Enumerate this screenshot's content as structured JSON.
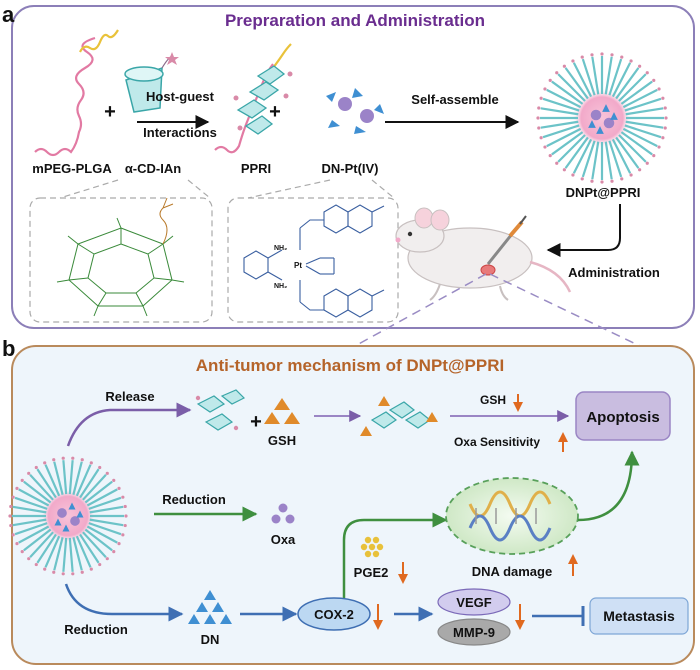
{
  "panel_a": {
    "letter": "a",
    "title": "Prepraration and Administration",
    "labels": {
      "mpeg_plga": "mPEG-PLGA",
      "alpha_cd": "α-CD-IAn",
      "plus": "+",
      "host_guest_1": "Host-guest",
      "host_guest_2": "Interactions",
      "ppri": "PPRI",
      "dn_pt": "DN-Pt(IV)",
      "self_assemble": "Self-assemble",
      "dnpt_ppri": "DNPt@PPRI",
      "administration": "Administration"
    },
    "struct_labels": {
      "nh2_top": "NH₂",
      "nh2_bottom": "NH₂",
      "pt": "Pt"
    }
  },
  "panel_b": {
    "letter": "b",
    "title": "Anti-tumor  mechanism of DNPt@PPRI",
    "labels": {
      "release": "Release",
      "plus": "+",
      "gsh": "GSH",
      "gsh_top": "GSH",
      "oxa_sensitivity": "Oxa Sensitivity",
      "apoptosis": "Apoptosis",
      "reduction_mid": "Reduction",
      "oxa": "Oxa",
      "pge2": "PGE2",
      "dna_damage": "DNA damage",
      "reduction_bottom": "Reduction",
      "dn": "DN",
      "cox2": "COX-2",
      "vegf": "VEGF",
      "mmp9": "MMP-9",
      "metastasis": "Metastasis"
    }
  },
  "colors": {
    "panel_a_border": "#8c7fb8",
    "panel_b_border": "#b98a5c",
    "panel_b_fill": "#eef5fb",
    "purple_arrow": "#7b5ea8",
    "green_arrow": "#3f8f3f",
    "blue_arrow": "#3f6fb3",
    "down_arrow": "#e0691f",
    "apoptosis_box": "#c9bde0",
    "metastasis_box": "#cfe0f5",
    "cox2_fill": "#bcd8f2",
    "vegf_fill": "#d2ccee",
    "mmp9_fill": "#a9a9a9",
    "dna_fill": "#dcefd6",
    "nanoparticle_core": "#f2a9c9",
    "structure_green": "#3a8a3a",
    "structure_blue": "#3a5fa0"
  }
}
